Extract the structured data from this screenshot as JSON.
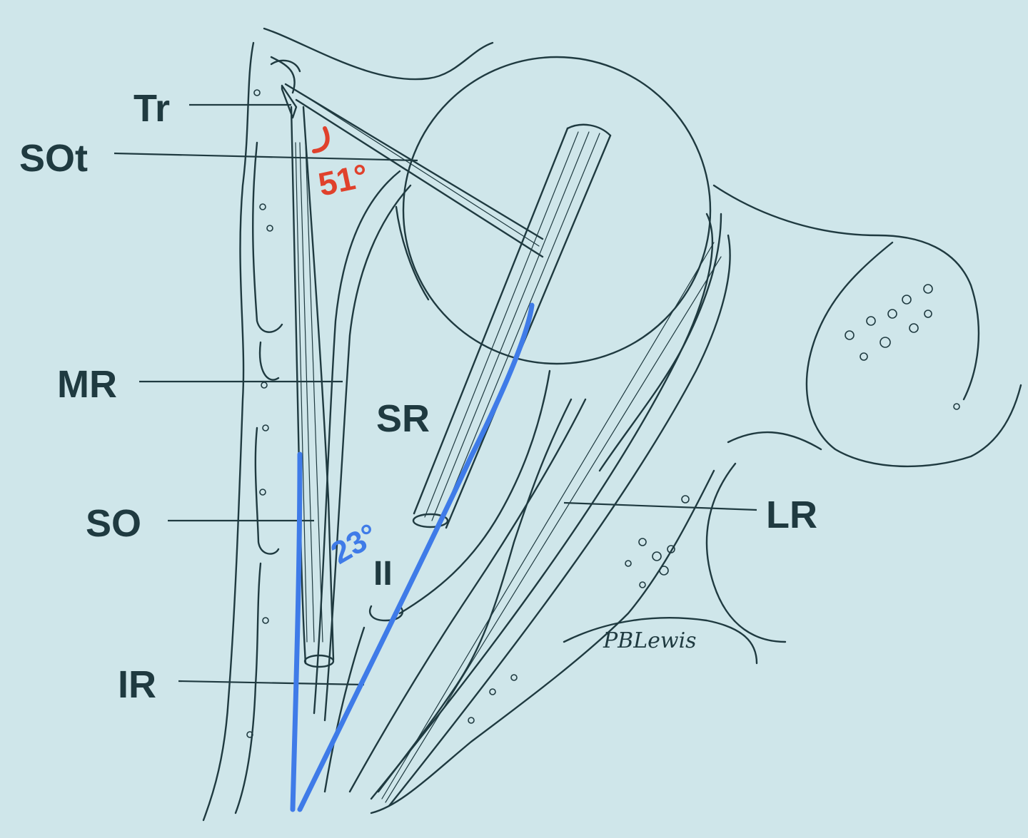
{
  "labels": {
    "tr": "Tr",
    "sot": "SOt",
    "mr": "MR",
    "sr": "SR",
    "so": "SO",
    "ir": "IR",
    "lr": "LR",
    "ii": "II"
  },
  "signature": "PBLewis",
  "annotations": {
    "red_angle": "51°",
    "blue_angle": "23°"
  },
  "colors": {
    "background": "#cfe6ea",
    "line": "#1f3a40",
    "red_annotation": "#e0412c",
    "blue_annotation": "#3f7be8"
  }
}
